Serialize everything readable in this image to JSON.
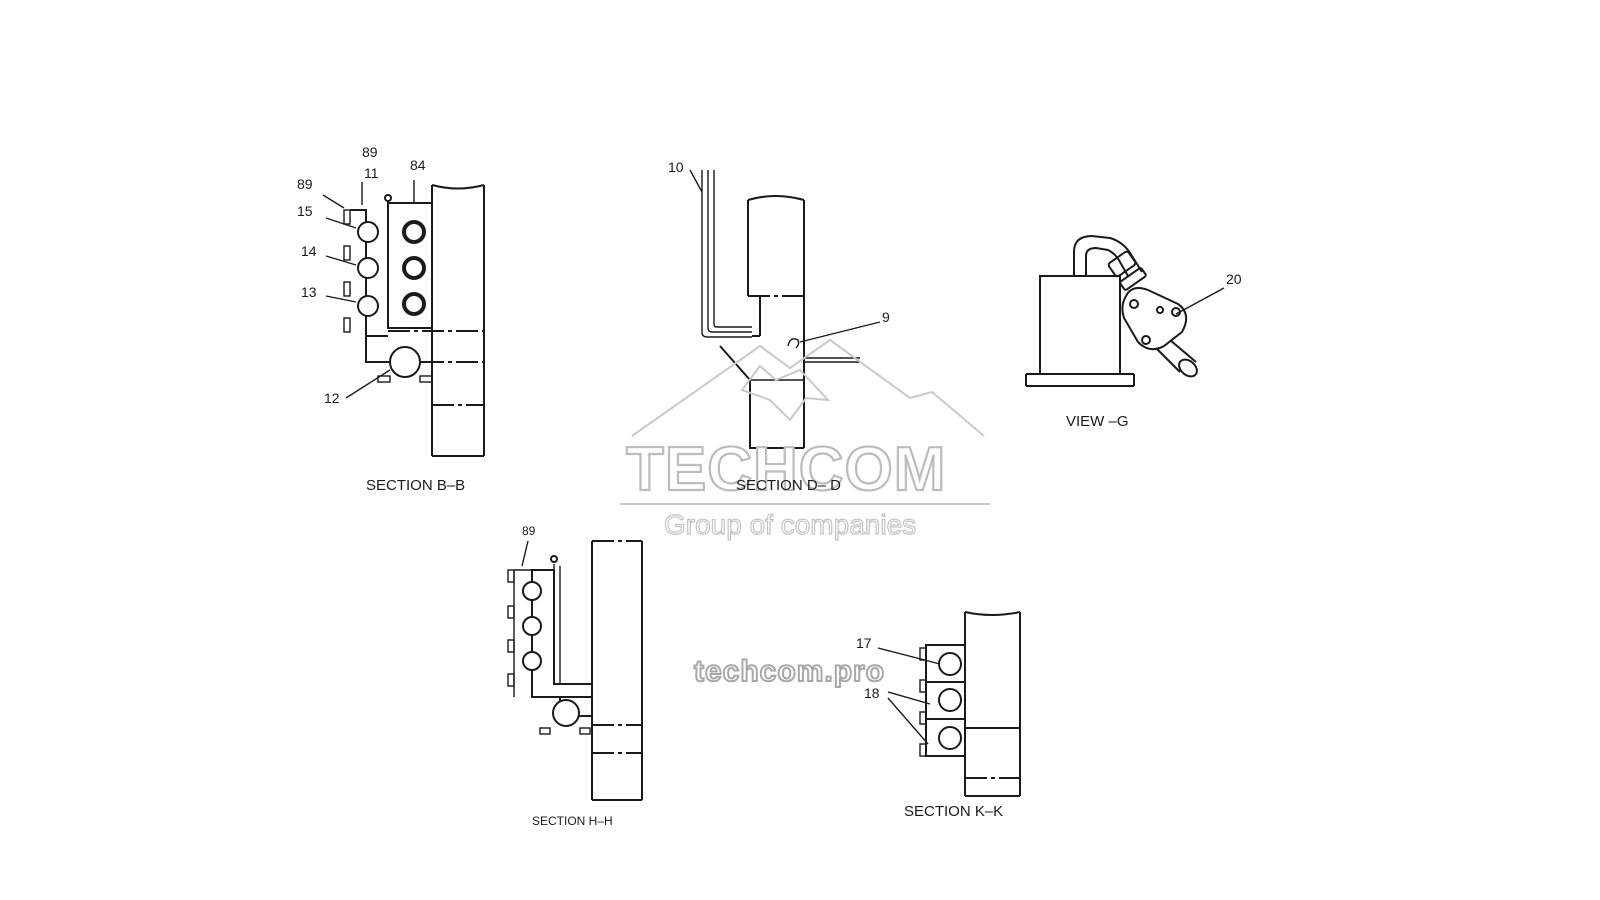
{
  "views": {
    "section_bb": {
      "caption": "SECTION B–B",
      "callouts": {
        "c89_top": "89",
        "c11": "11",
        "c84": "84",
        "c89_left": "89",
        "c15": "15",
        "c14": "14",
        "c13": "13",
        "c12": "12"
      }
    },
    "section_dd": {
      "caption": "SECTION D– D",
      "callouts": {
        "c10": "10",
        "c9": "9"
      }
    },
    "view_g": {
      "caption": "VIEW –G",
      "callouts": {
        "c20": "20"
      }
    },
    "section_hh": {
      "caption": "SECTION H–H",
      "callouts": {
        "c89": "89"
      }
    },
    "section_kk": {
      "caption": "SECTION K–K",
      "callouts": {
        "c17": "17",
        "c18": "18"
      }
    }
  },
  "watermark": {
    "brand": "TECHCOM",
    "tagline": "Group of companies",
    "url": "techcom.pro"
  }
}
